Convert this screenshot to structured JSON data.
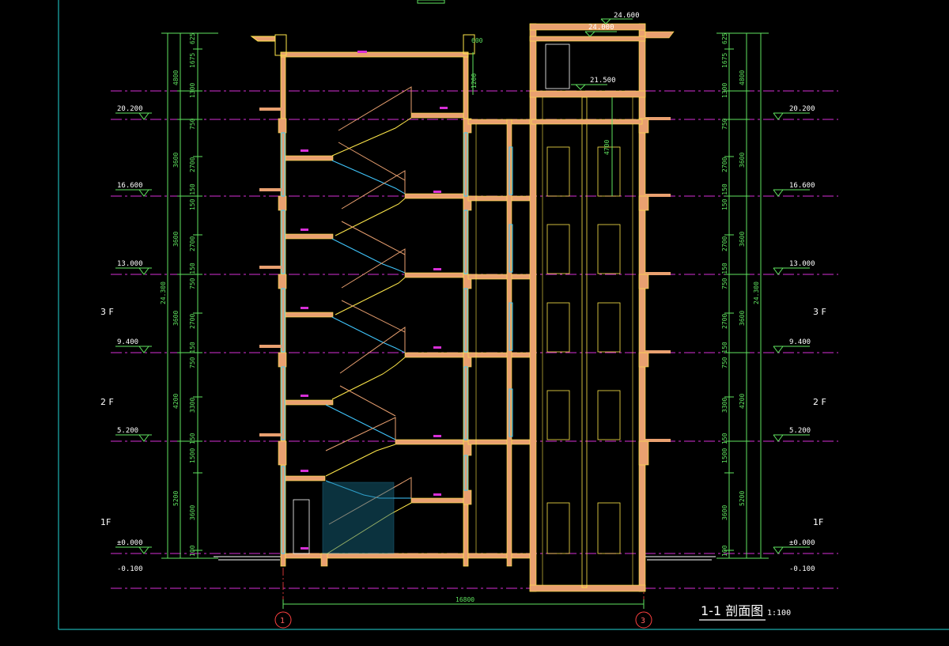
{
  "drawing": {
    "title": "1-1  剖面图",
    "scale": "1:100"
  },
  "axes": {
    "left": "1",
    "right": "3"
  },
  "dimensions": {
    "overall_width": "16800",
    "total_height_left": "24.300",
    "total_height_right": "24.300",
    "left_outer": [
      "4800",
      "3600",
      "3600",
      "3600",
      "4200",
      "5200"
    ],
    "left_inner": [
      "625",
      "1675",
      "1300",
      "750",
      "2700",
      "150 150",
      "2700",
      "750 150",
      "2700",
      "750 150",
      "3300",
      "150",
      "1500",
      "3600",
      "100"
    ],
    "right_outer": [
      "4800",
      "3600",
      "3600",
      "3600",
      "4200",
      "5200"
    ],
    "right_inner": [
      "625",
      "1675",
      "1300",
      "750",
      "2700",
      "150 150",
      "2700",
      "750 150",
      "2700",
      "750 150",
      "3300",
      "150",
      "1500",
      "3600",
      "100"
    ],
    "top_600": "600",
    "top_1200": "1200",
    "elevator_4700": "4700"
  },
  "elevations": {
    "left": [
      "20.200",
      "16.600",
      "13.000",
      "9.400",
      "5.200",
      "±0.000",
      "-0.100"
    ],
    "right": [
      "20.200",
      "16.600",
      "13.000",
      "9.400",
      "5.200",
      "±0.000",
      "-0.100"
    ],
    "top_24600": "24.600",
    "top_24000": "24.000",
    "mid_21500": "21.500"
  },
  "floors": {
    "left": [
      "3 F",
      "2 F",
      "1F"
    ],
    "right": [
      "3 F",
      "2 F",
      "1F"
    ]
  },
  "colors": {
    "background": "#000000",
    "dimension_green": "#5fe35f",
    "structure_orange": "#e9a070",
    "structure_yellow": "#ffe84a",
    "window_cyan": "#40c8ff",
    "axis_red": "#ff4040",
    "level_magenta": "#d62fd6",
    "frame_cyan": "#22d6d6"
  }
}
